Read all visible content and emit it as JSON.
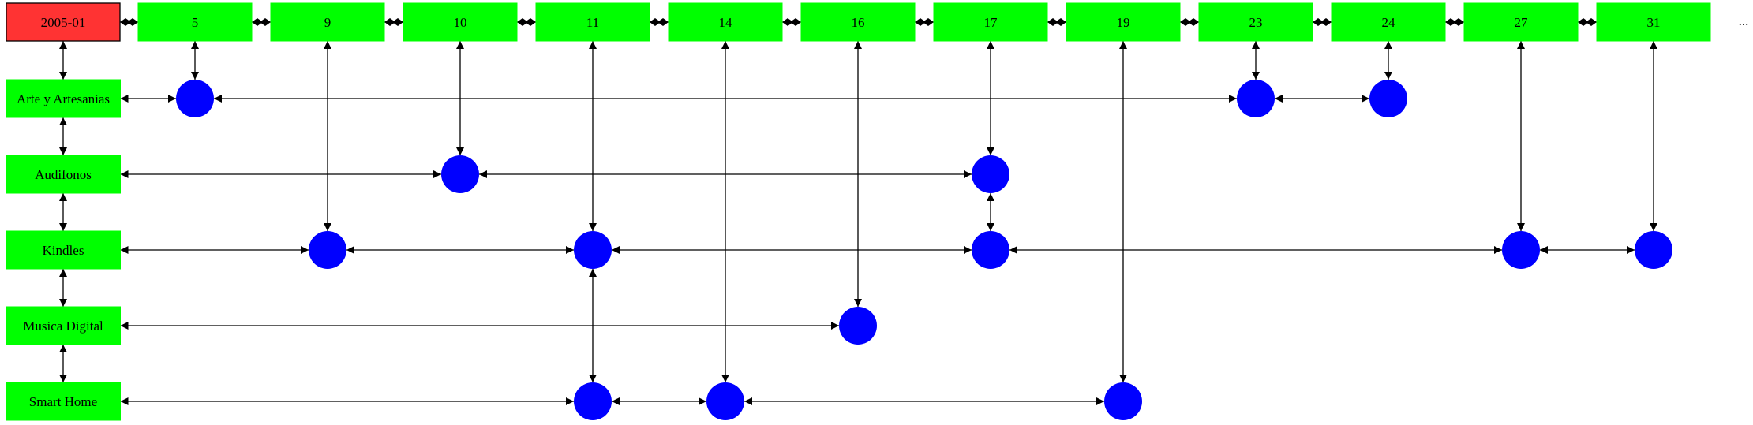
{
  "colors": {
    "header": "#ff3333",
    "box": "#00ff00",
    "node": "#0000ff",
    "line": "#000000"
  },
  "header": {
    "label": "2005-01"
  },
  "days": [
    "5",
    "9",
    "10",
    "11",
    "14",
    "16",
    "17",
    "19",
    "23",
    "24",
    "27",
    "31"
  ],
  "trailing": "...",
  "categories": [
    "Arte y Artesanias",
    "Audifonos",
    "Kindles",
    "Musica Digital",
    "Smart Home"
  ],
  "nodes": {
    "Arte y Artesanias": [
      "5",
      "23",
      "24"
    ],
    "Audifonos": [
      "10",
      "17"
    ],
    "Kindles": [
      "9",
      "11",
      "17",
      "27",
      "31"
    ],
    "Musica Digital": [
      "16"
    ],
    "Smart Home": [
      "11",
      "14",
      "19"
    ]
  }
}
